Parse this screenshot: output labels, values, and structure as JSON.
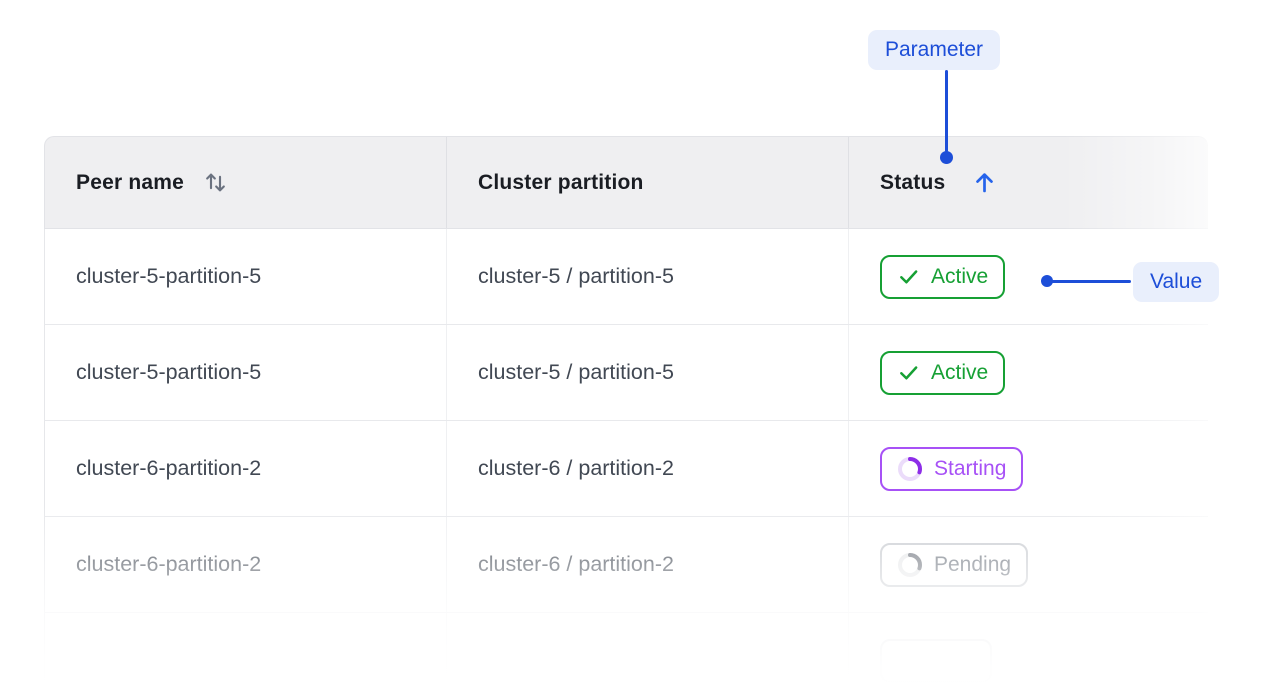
{
  "annotations": {
    "parameter": {
      "label": "Parameter"
    },
    "value": {
      "label": "Value"
    },
    "accent_color": "#1D4ED8",
    "pill_background": "#E9EFFC"
  },
  "table": {
    "sort": {
      "column": "Status",
      "direction": "ascending"
    },
    "columns": [
      {
        "label": "Peer name",
        "icon": "sort-arrows-icon"
      },
      {
        "label": "Cluster partition"
      },
      {
        "label": "Status",
        "icon": "arrow-up-icon",
        "sorted": true
      }
    ],
    "rows": [
      {
        "peer_name": "cluster-5-partition-5",
        "cluster_partition": "cluster-5 / partition-5",
        "status": {
          "label": "Active",
          "state": "active",
          "icon": "check-icon",
          "color": "#16A034"
        }
      },
      {
        "peer_name": "cluster-5-partition-5",
        "cluster_partition": "cluster-5 / partition-5",
        "status": {
          "label": "Active",
          "state": "active",
          "icon": "check-icon",
          "color": "#16A034"
        }
      },
      {
        "peer_name": "cluster-6-partition-2",
        "cluster_partition": "cluster-6 / partition-2",
        "status": {
          "label": "Starting",
          "state": "starting",
          "icon": "spinner-icon",
          "color": "#A751F6"
        }
      },
      {
        "peer_name": "cluster-6-partition-2",
        "cluster_partition": "cluster-6 / partition-2",
        "status": {
          "label": "Pending",
          "state": "pending",
          "icon": "spinner-icon",
          "color": "#6F7680"
        }
      },
      {
        "peer_name": "",
        "cluster_partition": "",
        "status": {
          "label": "",
          "state": "ghost"
        }
      }
    ]
  },
  "colors": {
    "header_background": "#EFEFF1",
    "header_text": "#1A1D23",
    "cell_text": "#414853",
    "table_border": "#E2E3E7",
    "row_border": "#E8E9EC",
    "active_green": "#16A034",
    "starting_purple": "#A751F6",
    "pending_gray": "#C9CCD1",
    "annotation_blue": "#1D4ED8",
    "sort_arrow_blue": "#2563EB",
    "sort_icon_gray": "#6B7280"
  }
}
